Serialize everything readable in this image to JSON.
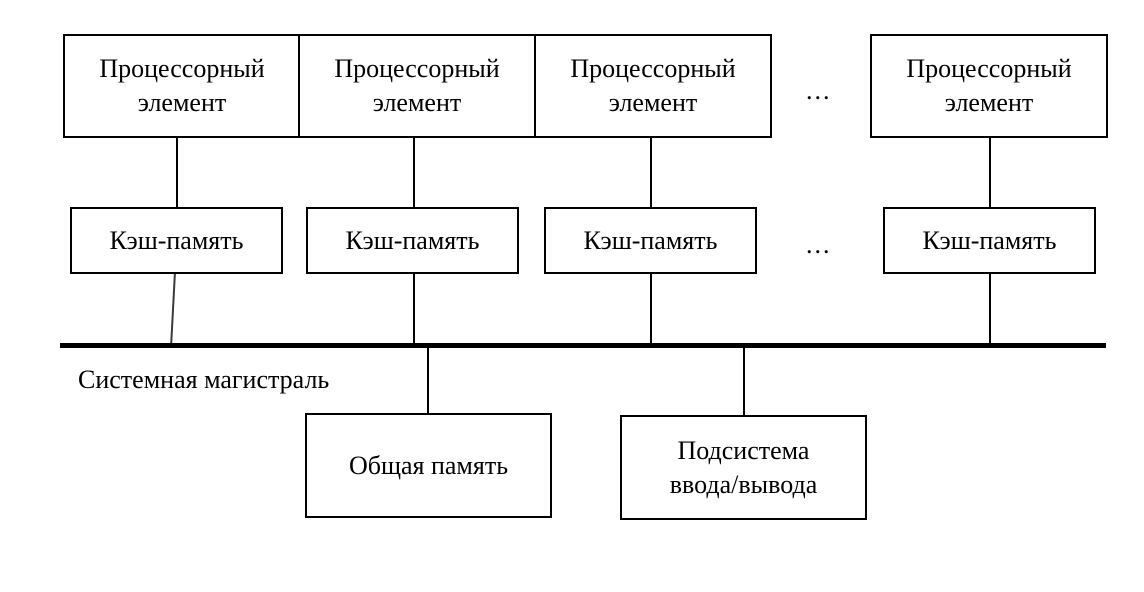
{
  "diagram": {
    "title_text": "Системная магистраль",
    "ellipsis": "...",
    "processing_elements": [
      {
        "line1": "Процессорный",
        "line2": "элемент"
      },
      {
        "line1": "Процессорный",
        "line2": "элемент"
      },
      {
        "line1": "Процессорный",
        "line2": "элемент"
      },
      {
        "line1": "Процессорный",
        "line2": "элемент"
      }
    ],
    "caches": [
      {
        "label": "Кэш-память"
      },
      {
        "label": "Кэш-память"
      },
      {
        "label": "Кэш-память"
      },
      {
        "label": "Кэш-память"
      }
    ],
    "shared_memory": {
      "label": "Общая память"
    },
    "io_subsystem": {
      "line1": "Подсистема",
      "line2": "ввода/вывода"
    },
    "ellipsis_top": "...",
    "ellipsis_middle": "...",
    "colors": {
      "stroke": "#000000",
      "text": "#000000",
      "background": "#ffffff",
      "soft_stroke": "#3a3a3a"
    }
  }
}
